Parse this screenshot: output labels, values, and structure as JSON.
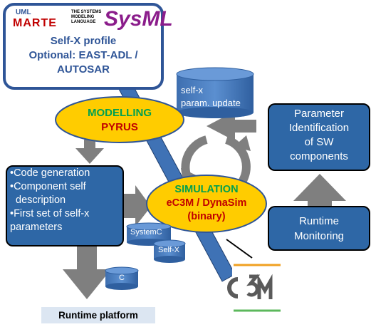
{
  "profile": {
    "uml_logo": "UML",
    "marte_logo": "MARTE",
    "sysml_logo": "THE SYSTEMS MODELING LANGUAGE",
    "sysml_letters": "SysML",
    "lines": [
      "Self-X profile",
      "Optional: EAST-ADL /",
      "AUTOSAR"
    ]
  },
  "modelling": {
    "title": "MODELLING",
    "tool": "PYRUS"
  },
  "simulation": {
    "title": "SIMULATION",
    "line1": "eC3M / DynaSim",
    "line2": "(binary)"
  },
  "selfx_db": {
    "line1": "self-x",
    "line2": "param. update"
  },
  "description": {
    "bullet": "•",
    "items": [
      "Code generation",
      "Component self",
      "description",
      "First set of self-x",
      "parameters"
    ]
  },
  "parameter_box": {
    "lines": [
      "Parameter",
      "Identification",
      "of SW",
      "components"
    ]
  },
  "monitoring_box": {
    "lines": [
      "Runtime",
      "Monitoring"
    ]
  },
  "small_dbs": {
    "systemc": "SystemC",
    "selfx": "Self-X",
    "c": "C"
  },
  "runtime_platform": "Runtime platform",
  "colors": {
    "dark_blue": "#2f5597",
    "box_blue": "#2e67a6",
    "ellipse_yellow": "#ffcc00",
    "green_text": "#00a050",
    "red_text": "#c00000",
    "arrow_gray": "#7f7f7f",
    "light_blue_cyl": "#4f81bd"
  },
  "logo_icon": "ec3m-logo-icon"
}
